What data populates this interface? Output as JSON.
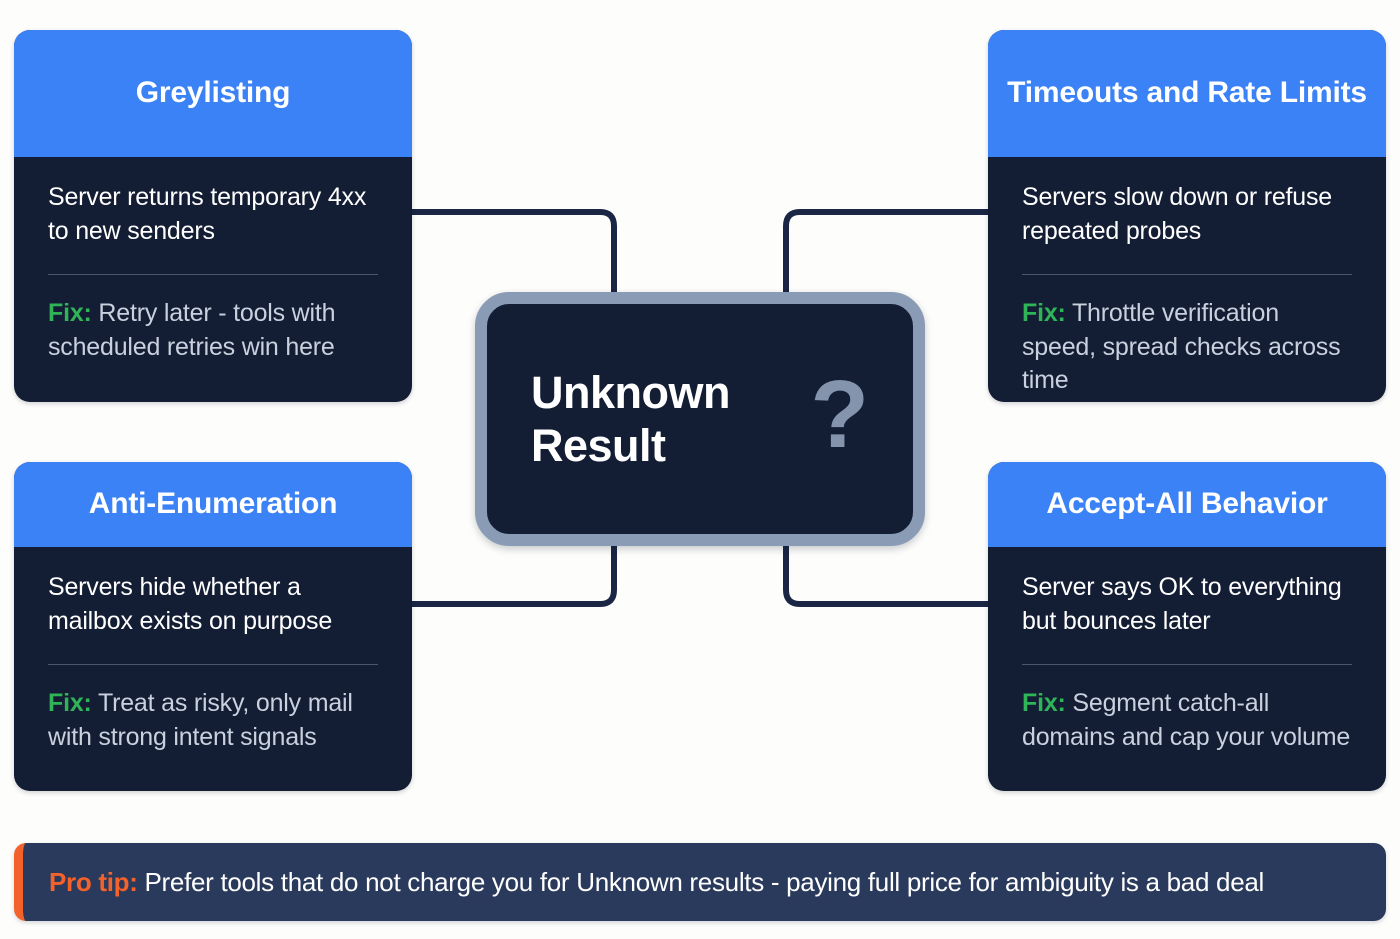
{
  "canvas": {
    "background": "#FDFDFC",
    "accent_blue": "#3B82F6",
    "card_body": "#131D33",
    "fix_green": "#2FB457",
    "orange": "#F2622A",
    "slate_border": "#8A9BB5",
    "connector": "#1B2644"
  },
  "center": {
    "title": "Unknown\nResult",
    "icon": "question-mark"
  },
  "cards": [
    {
      "id": "greylisting",
      "title": "Greylisting",
      "description": "Server returns temporary 4xx to new senders",
      "fix_label": "Fix:",
      "fix_text": " Retry later - tools with scheduled retries win here"
    },
    {
      "id": "timeouts",
      "title": "Timeouts and Rate Limits",
      "description": "Servers slow down or refuse repeated probes",
      "fix_label": "Fix:",
      "fix_text": " Throttle verification speed, spread checks across time"
    },
    {
      "id": "anti-enumeration",
      "title": "Anti-Enumeration",
      "description": "Servers hide whether a mailbox exists on purpose",
      "fix_label": "Fix:",
      "fix_text": " Treat as risky, only mail with strong intent signals"
    },
    {
      "id": "accept-all",
      "title": "Accept-All Behavior",
      "description": "Server says OK to everything but bounces later",
      "fix_label": "Fix:",
      "fix_text": " Segment catch-all domains and cap your volume"
    }
  ],
  "pro_tip": {
    "label": "Pro tip:",
    "text": " Prefer tools that do not charge you for Unknown results - paying full price for ambiguity is a bad deal"
  }
}
